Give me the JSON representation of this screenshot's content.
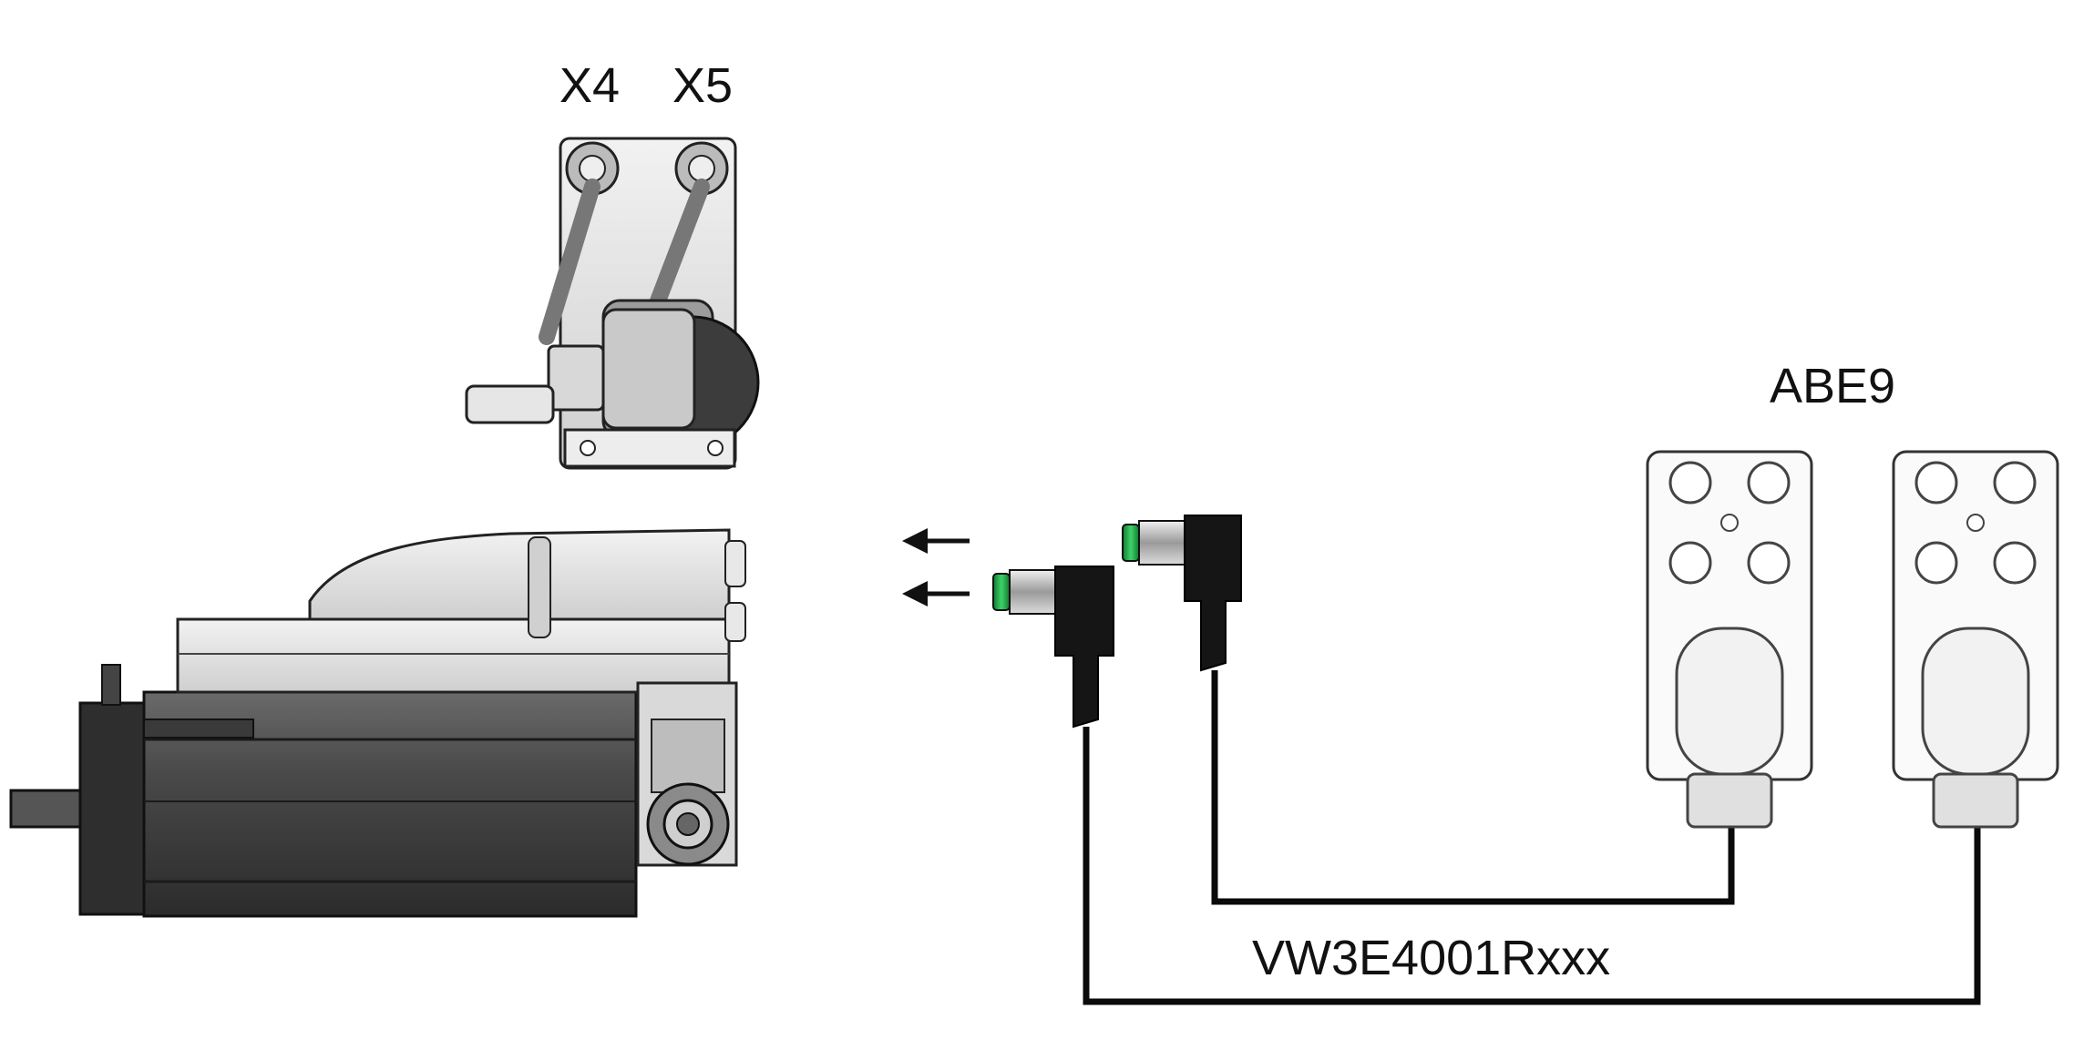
{
  "labels": {
    "connector_x4": "X4",
    "connector_x5": "X5",
    "module": "ABE9",
    "cable": "VW3E4001Rxxx"
  },
  "colors": {
    "ink": "#111111",
    "motor_dark": "#3a3a3a",
    "motor_mid": "#5c5c5c",
    "housing_light": "#e4e4e4",
    "connector_green": "#1fa84a",
    "cable_black": "#0a0a0a"
  },
  "icons": [
    "arrow-left-icon",
    "m8-connector-icon",
    "servo-motor-drawing",
    "abe9-box-drawing"
  ]
}
